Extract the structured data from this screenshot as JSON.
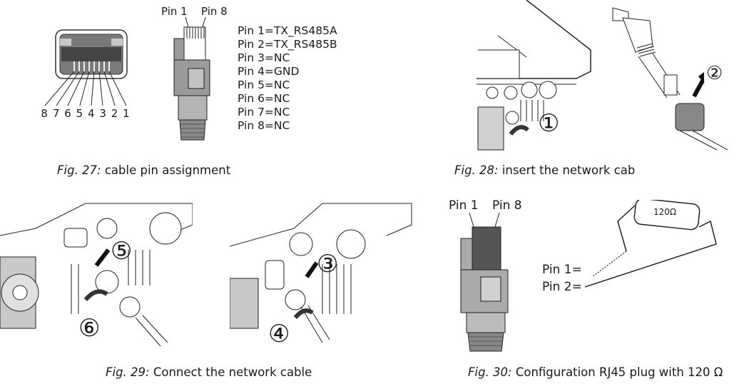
{
  "fig27": {
    "jack_numbers": [
      "8",
      "7",
      "6",
      "5",
      "4",
      "3",
      "2",
      "1"
    ],
    "plug_labels": {
      "pin1": "Pin 1",
      "pin8": "Pin 8"
    },
    "pins": [
      "Pin 1=TX_RS485A",
      "Pin 2=TX_RS485B",
      "Pin 3=NC",
      "Pin 4=GND",
      "Pin 5=NC",
      "Pin 6=NC",
      "Pin 7=NC",
      "Pin 8=NC"
    ],
    "caption_prefix": "Fig. 27:",
    "caption_text": " cable pin assignment"
  },
  "fig28": {
    "step_labels": [
      "①",
      "②"
    ],
    "caption_prefix": "Fig. 28:",
    "caption_text": " insert the network cab"
  },
  "fig29": {
    "step_labels": [
      "③",
      "④",
      "⑤",
      "⑥"
    ],
    "caption_prefix": "Fig. 29:",
    "caption_text": " Connect the network cable"
  },
  "fig30": {
    "plug_labels": {
      "pin1": "Pin 1",
      "pin8": "Pin 8"
    },
    "resistor_label": "120Ω",
    "wire_labels": [
      "Pin 1=",
      "Pin 2="
    ],
    "caption_prefix": "Fig. 30:",
    "caption_text": " Configuration RJ45 plug with 120 Ω"
  }
}
